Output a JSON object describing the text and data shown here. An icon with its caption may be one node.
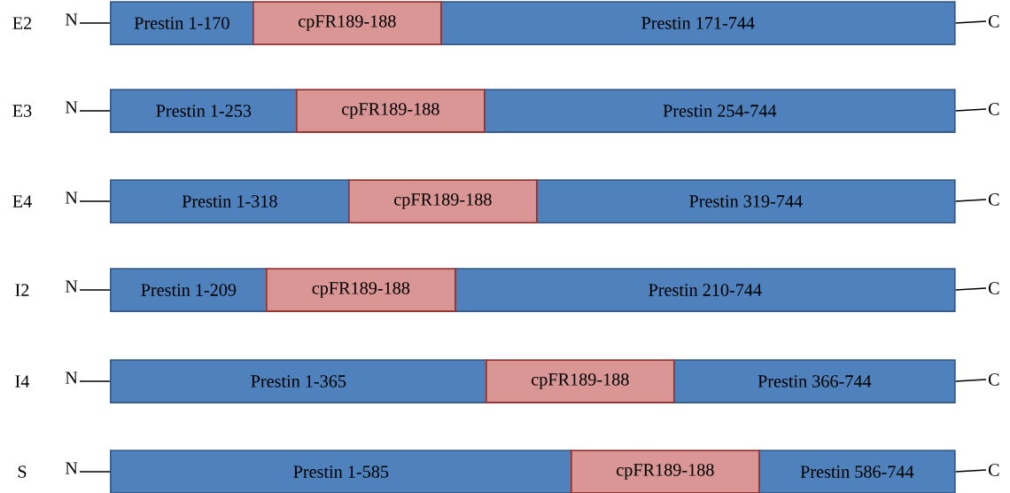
{
  "diagram": {
    "nodes": [
      {
        "text": [
          "N"
        ]
      },
      {
        "text": [
          "Prestin 1-170"
        ]
      },
      {
        "text": [
          "cpFR189-188"
        ]
      },
      {
        "text": [
          "Prestin 171-744"
        ]
      },
      {
        "text": [
          "C"
        ]
      },
      {
        "text": [
          "N"
        ]
      },
      {
        "text": [
          "Prestin 1-253"
        ]
      },
      {
        "text": [
          "cpFR189-188"
        ]
      },
      {
        "text": [
          "Prestin 254-744"
        ]
      },
      {
        "text": [
          "C"
        ]
      },
      {
        "text": [
          "N"
        ]
      },
      {
        "text": [
          "Prestin 1-318"
        ]
      },
      {
        "text": [
          "cpFR189-188"
        ]
      },
      {
        "text": [
          "Prestin 319-744"
        ]
      },
      {
        "text": [
          "C"
        ]
      },
      {
        "text": [
          "N"
        ]
      },
      {
        "text": [
          "Prestin 1-209"
        ]
      },
      {
        "text": [
          "cpFR189-188"
        ]
      },
      {
        "text": [
          "Prestin 210-744"
        ]
      },
      {
        "text": [
          "C"
        ]
      },
      {
        "text": [
          "N"
        ]
      },
      {
        "text": [
          "Prestin 1-365"
        ]
      },
      {
        "text": [
          "cpFR189-188"
        ]
      },
      {
        "text": [
          "Prestin 366-744"
        ]
      },
      {
        "text": [
          "C"
        ]
      },
      {
        "text": [
          "N"
        ]
      },
      {
        "text": [
          "Prestin 1-585"
        ]
      },
      {
        "text": [
          "cpFR189-188"
        ]
      },
      {
        "text": [
          "Prestin 586-744"
        ]
      },
      {
        "text": [
          "C"
        ]
      }
    ],
    "edges": [
      {
        "from": 0,
        "to": 1,
        "arrow": "none"
      },
      {
        "from": 3,
        "to": 4,
        "arrow": "none"
      },
      {
        "from": 5,
        "to": 6,
        "arrow": "none"
      },
      {
        "from": 8,
        "to": 9,
        "arrow": "none"
      },
      {
        "from": 10,
        "to": 11,
        "arrow": "none"
      },
      {
        "from": 13,
        "to": 14,
        "arrow": "none"
      },
      {
        "from": 15,
        "to": 16,
        "arrow": "none"
      },
      {
        "from": 18,
        "to": 19,
        "arrow": "none"
      },
      {
        "from": 20,
        "to": 21,
        "arrow": "none"
      },
      {
        "from": 23,
        "to": 24,
        "arrow": "none"
      },
      {
        "from": 25,
        "to": 26,
        "arrow": "none"
      },
      {
        "from": 28,
        "to": 29,
        "arrow": "none"
      }
    ],
    "labels": [
      "E2",
      "E3",
      "E4",
      "I2",
      "I4",
      "S"
    ]
  }
}
